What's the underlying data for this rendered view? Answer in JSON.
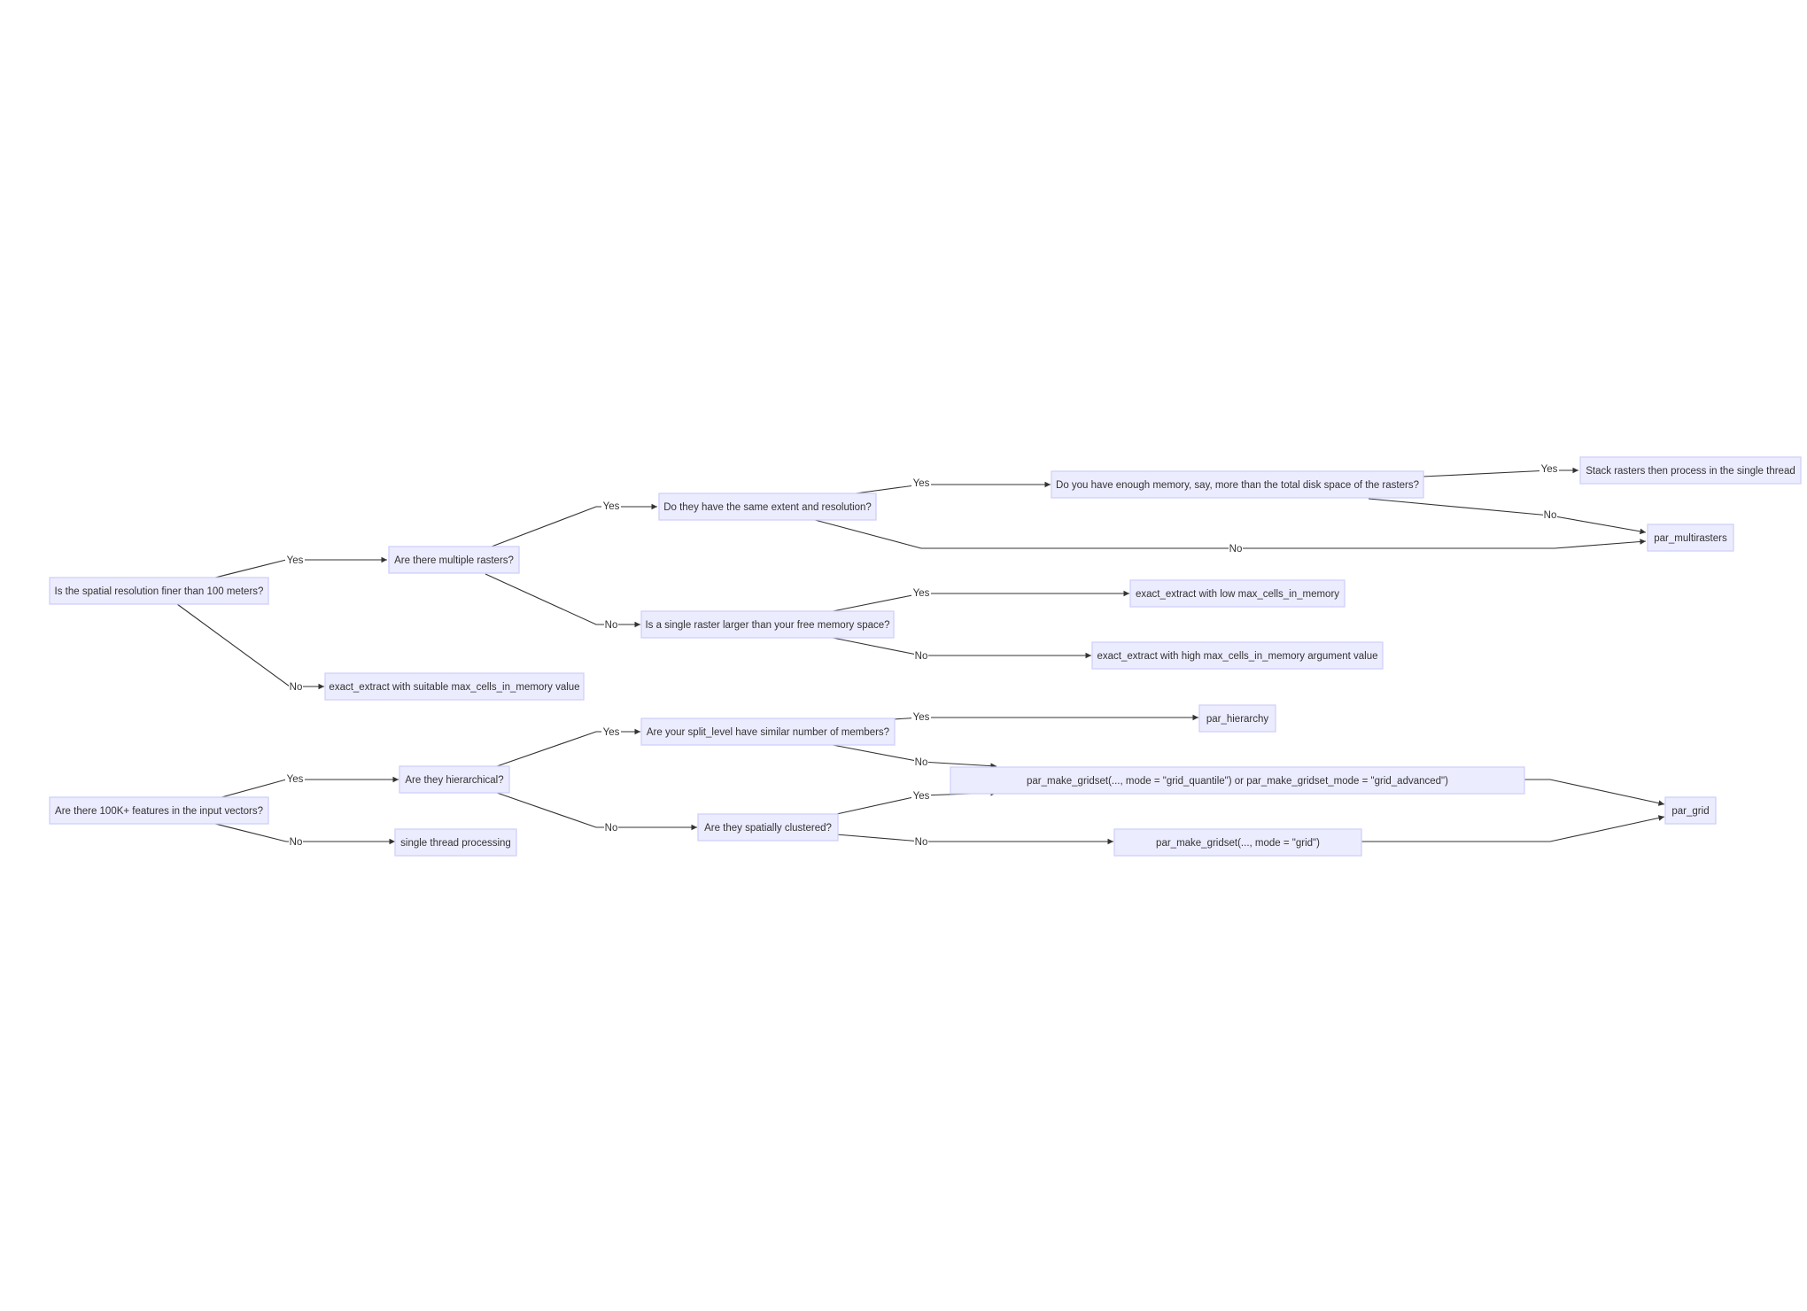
{
  "nodes": {
    "spatial_resolution": "Is the spatial resolution finer than 100 meters?",
    "multiple_rasters": "Are there multiple rasters?",
    "exact_extract_suitable": "exact_extract with suitable max_cells_in_memory value",
    "same_extent": "Do they have the same extent and resolution?",
    "single_raster_larger": "Is a single raster larger than your free memory space?",
    "enough_memory": "Do you have enough memory, say, more than the total disk space of the rasters?",
    "stack_rasters": "Stack rasters then process in the single thread",
    "par_multirasters": "par_multirasters",
    "exact_extract_low": "exact_extract with low max_cells_in_memory",
    "exact_extract_high": "exact_extract with high max_cells_in_memory argument value",
    "features_100k": "Are there 100K+ features in the input vectors?",
    "hierarchical": "Are they hierarchical?",
    "single_thread": "single thread processing",
    "split_level": "Are your split_level have similar number of members?",
    "spatially_clustered": "Are they spatially clustered?",
    "par_hierarchy": "par_hierarchy",
    "gridset_quantile": "par_make_gridset(..., mode = \"grid_quantile\") or par_make_gridset_mode = \"grid_advanced\")",
    "gridset_grid": "par_make_gridset(..., mode = \"grid\")",
    "par_grid": "par_grid"
  },
  "edge_labels": {
    "yes": "Yes",
    "no": "No"
  },
  "colors": {
    "node_fill": "#ececff",
    "node_stroke": "#cfd0fb",
    "edge": "#333333",
    "text": "#333333"
  }
}
